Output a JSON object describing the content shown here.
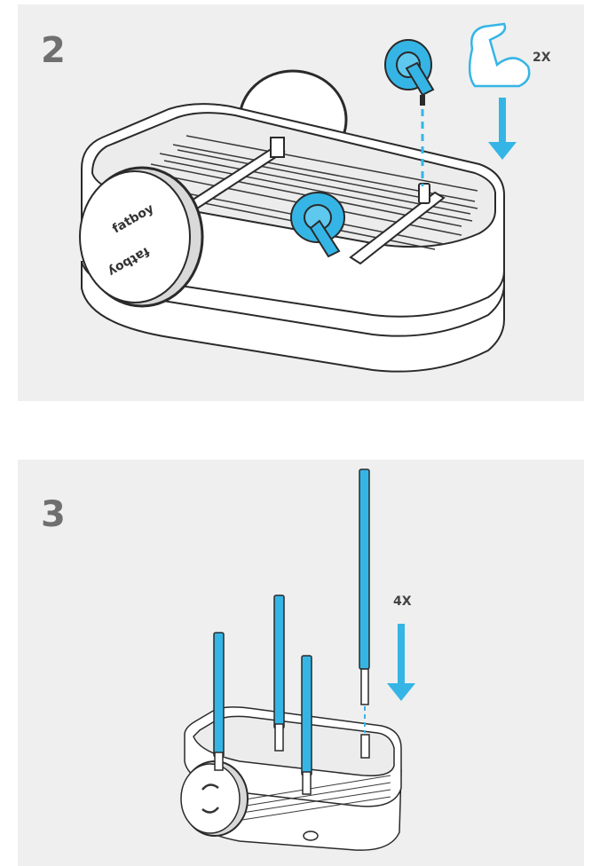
{
  "steps": [
    {
      "number": "2",
      "quantity": "2X",
      "logo_text": "fatboy"
    },
    {
      "number": "3",
      "quantity": "4X"
    }
  ],
  "colors": {
    "accent": "#35b5e5",
    "outline": "#2a2a2a",
    "panel_bg": "#efefef",
    "step_number": "#6f6f6f"
  },
  "icons": [
    "flexed-arm-icon",
    "down-arrow-icon"
  ]
}
